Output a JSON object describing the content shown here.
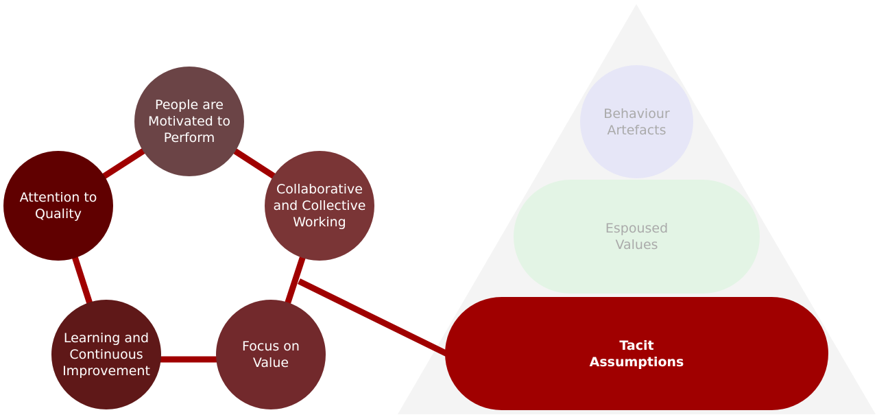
{
  "colors": {
    "connector": "#a00000",
    "triangle": "#f4f4f4",
    "people": "#6b4446",
    "collaborative": "#7a3536",
    "attention": "#600000",
    "learning": "#5f1818",
    "focus": "#72292c",
    "behaviour_bg": "#e6e6f7",
    "espoused_bg": "#e3f4e5",
    "tacit_bg": "#a00000",
    "faded_text": "#aaaaaa"
  },
  "pentagon": {
    "people": {
      "label": "People are\nMotivated to\nPerform"
    },
    "collaborative": {
      "label": "Collaborative\nand Collective\nWorking"
    },
    "attention": {
      "label": "Attention to\nQuality"
    },
    "learning": {
      "label": "Learning and\nContinuous\nImprovement"
    },
    "focus": {
      "label": "Focus on\nValue"
    }
  },
  "pyramid": {
    "behaviour": {
      "label": "Behaviour\nArtefacts"
    },
    "espoused": {
      "label": "Espoused\nValues"
    },
    "tacit": {
      "label": "Tacit\nAssumptions"
    }
  }
}
